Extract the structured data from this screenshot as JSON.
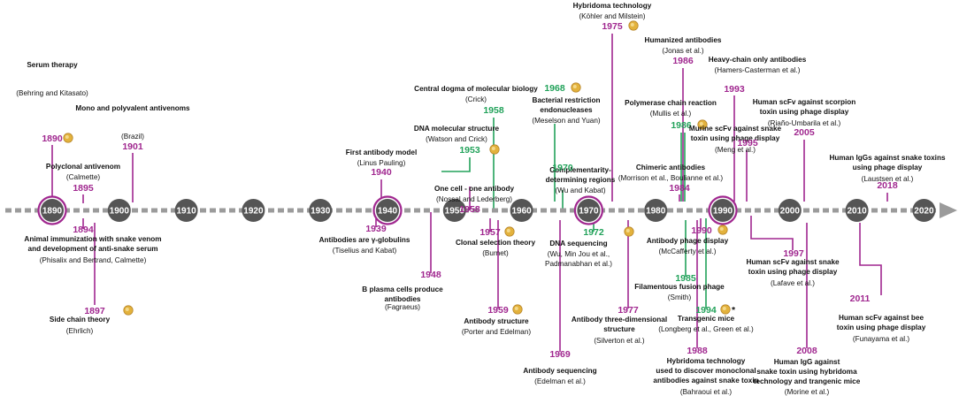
{
  "colors": {
    "purple": "#a0278f",
    "green": "#22a25a",
    "axis": "#9b9b9b",
    "decade_circle": "#555555",
    "nobel_medal": "#e3b23c"
  },
  "axis": {
    "decades": [
      "1890",
      "1900",
      "1910",
      "1920",
      "1930",
      "1940",
      "1950",
      "1960",
      "1970",
      "1980",
      "1990",
      "2000",
      "2010",
      "2020"
    ],
    "highlighted_decades": [
      "1890",
      "1940",
      "1970",
      "1990"
    ]
  },
  "events": [
    {
      "id": "serum-therapy",
      "year": "1890",
      "title": [
        "Serum therapy"
      ],
      "sub": [
        "(Behring and Kitasato)"
      ],
      "color": "purple",
      "nobel": true
    },
    {
      "id": "polyvalent-antivenoms",
      "year": "1901",
      "title": [
        "Mono and polyvalent antivenoms"
      ],
      "sub": [
        "(Brazil)"
      ],
      "color": "purple",
      "nobel": false
    },
    {
      "id": "polyclonal-antivenom",
      "year": "1895",
      "title": [
        "Polyclonal antivenom"
      ],
      "sub": [
        "(Calmette)"
      ],
      "color": "purple",
      "nobel": false
    },
    {
      "id": "animal-immunization",
      "year": "1894",
      "title": [
        "Animal immunization with snake venom",
        "and development of anti-snake serum"
      ],
      "sub": [
        "(Phisalix and Bertrand, Calmette)"
      ],
      "color": "purple",
      "nobel": false
    },
    {
      "id": "side-chain-theory",
      "year": "1897",
      "title": [
        "Side chain theory"
      ],
      "sub": [
        "(Ehrlich)"
      ],
      "color": "purple",
      "nobel": true
    },
    {
      "id": "first-antibody-model",
      "year": "1940",
      "title": [
        "First antibody model"
      ],
      "sub": [
        "(Linus Pauling)"
      ],
      "color": "purple",
      "nobel": false
    },
    {
      "id": "gamma-globulins",
      "year": "1939",
      "title": [
        "Antibodies are γ-globulins"
      ],
      "sub": [
        "(Tiselius and Kabat)"
      ],
      "color": "purple",
      "nobel": false
    },
    {
      "id": "b-plasma-cells",
      "year": "1948",
      "title": [
        "B plasma cells produce",
        "antibodies"
      ],
      "sub": [
        "(Fagraeus)"
      ],
      "color": "purple",
      "nobel": false
    },
    {
      "id": "dna-structure",
      "year": "1953",
      "title": [
        "DNA molecular structure"
      ],
      "sub": [
        "(Watson and Crick)"
      ],
      "color": "green",
      "nobel": true
    },
    {
      "id": "central-dogma",
      "year": "1958",
      "title": [
        "Central dogma of molecular biology"
      ],
      "sub": [
        "(Crick)"
      ],
      "color": "green",
      "nobel": false
    },
    {
      "id": "one-cell-one-antibody",
      "year": "1958",
      "title": [
        "One cell - one antibody"
      ],
      "sub": [
        "(Nossal and Lederberg)"
      ],
      "color": "purple",
      "nobel": false
    },
    {
      "id": "clonal-selection",
      "year": "1957",
      "title": [
        "Clonal selection theory"
      ],
      "sub": [
        "(Burnet)"
      ],
      "color": "purple",
      "nobel": true
    },
    {
      "id": "antibody-structure",
      "year": "1959",
      "title": [
        "Antibody structure"
      ],
      "sub": [
        "(Porter and Edelman)"
      ],
      "color": "purple",
      "nobel": true
    },
    {
      "id": "restriction-endonucleases",
      "year": "1968",
      "title": [
        "Bacterial restriction",
        "endonucleases"
      ],
      "sub": [
        "(Meselson and Yuan)"
      ],
      "color": "green",
      "nobel": true
    },
    {
      "id": "cdr",
      "year": "1970",
      "title": [
        "Complementarity-",
        "determining regions"
      ],
      "sub": [
        "(Wu and Kabat)"
      ],
      "color": "green",
      "nobel": false
    },
    {
      "id": "hybridoma",
      "year": "1975",
      "title": [
        "Hybridoma technology"
      ],
      "sub": [
        "(Köhler and Milstein)"
      ],
      "color": "purple",
      "nobel": true
    },
    {
      "id": "dna-sequencing",
      "year": "1972",
      "title": [
        "DNA sequencing"
      ],
      "sub": [
        "(Wu, Min Jou et al.,",
        "Padmanabhan et al.)"
      ],
      "color": "green",
      "nobel": true
    },
    {
      "id": "antibody-sequencing",
      "year": "1969",
      "title": [
        "Antibody sequencing"
      ],
      "sub": [
        "(Edelman et al.)"
      ],
      "color": "purple",
      "nobel": false
    },
    {
      "id": "three-dimensional",
      "year": "1977",
      "title": [
        "Antibody three-dimensional",
        "structure"
      ],
      "sub": [
        "(Silverton et al.)"
      ],
      "color": "purple",
      "nobel": false
    },
    {
      "id": "humanized",
      "year": "1986",
      "title": [
        "Humanized antibodies"
      ],
      "sub": [
        "(Jonas et al.)"
      ],
      "color": "purple",
      "nobel": false
    },
    {
      "id": "pcr",
      "year": "1986",
      "title": [
        "Polymerase chain reaction"
      ],
      "sub": [
        "(Mullis et al.)"
      ],
      "color": "green",
      "nobel": true
    },
    {
      "id": "chimeric",
      "year": "1984",
      "title": [
        "Chimeric antibodies"
      ],
      "sub": [
        "(Morrison et al., Boulianne et al.)"
      ],
      "color": "purple",
      "nobel": false
    },
    {
      "id": "heavy-chain-only",
      "year": "1993",
      "title": [
        "Heavy-chain only antibodies"
      ],
      "sub": [
        "(Hamers-Casterman et al.)"
      ],
      "color": "purple",
      "nobel": false
    },
    {
      "id": "murine-scfv",
      "year": "1995",
      "title": [
        "Murine scFv against snake",
        "toxin using phage display"
      ],
      "sub": [
        "(Meng et al.)"
      ],
      "color": "purple",
      "nobel": false
    },
    {
      "id": "scorpion-scfv",
      "year": "2005",
      "title": [
        "Human scFv against scorpion",
        "toxin using phage display"
      ],
      "sub": [
        "(Riaño-Umbarila et al.)"
      ],
      "color": "purple",
      "nobel": false
    },
    {
      "id": "human-iggs",
      "year": "2018",
      "title": [
        "Human IgGs against snake toxins",
        "using phage display"
      ],
      "sub": [
        "(Laustsen et al.)"
      ],
      "color": "purple",
      "nobel": false
    },
    {
      "id": "phage-display",
      "year": "1990",
      "title": [
        "Antibody phage display"
      ],
      "sub": [
        "(McCafferty et al.)"
      ],
      "color": "purple",
      "nobel": true
    },
    {
      "id": "fusion-phage",
      "year": "1985",
      "title": [
        "Filamentous fusion phage"
      ],
      "sub": [
        "(Smith)"
      ],
      "color": "green",
      "nobel": false
    },
    {
      "id": "transgenic-mice",
      "year": "1994",
      "title": [
        "Transgenic mice"
      ],
      "sub": [
        "(Longberg et al., Green et al.)"
      ],
      "color": "green",
      "nobel": true
    },
    {
      "id": "hybridoma-snake",
      "year": "1988",
      "title": [
        "Hybridoma technology",
        "used to discover monoclonal",
        "antibodies against snake toxin"
      ],
      "sub": [
        "(Bahraoui et al.)"
      ],
      "color": "purple",
      "nobel": false
    },
    {
      "id": "human-scfv-snake",
      "year": "1997",
      "title": [
        "Human scFv against snake",
        "toxin using phage display"
      ],
      "sub": [
        "(Lafave et al.)"
      ],
      "color": "purple",
      "nobel": false
    },
    {
      "id": "human-igg-hybridoma",
      "year": "2008",
      "title": [
        "Human IgG against",
        "snake toxin using hybridoma",
        "technology and trangenic mice"
      ],
      "sub": [
        "(Morine et al.)"
      ],
      "color": "purple",
      "nobel": false
    },
    {
      "id": "bee-scfv",
      "year": "2011",
      "title": [
        "Human scFv against bee",
        "toxin using phage display"
      ],
      "sub": [
        "(Funayama et al.)"
      ],
      "color": "purple",
      "nobel": false
    }
  ],
  "transgenic_marker": "*"
}
